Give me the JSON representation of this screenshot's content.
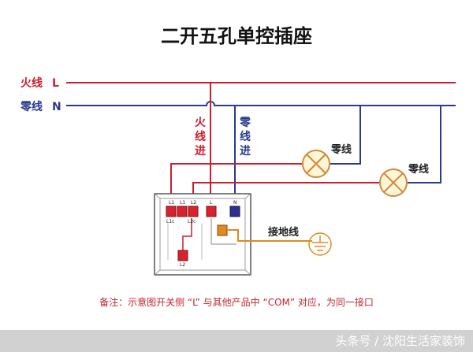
{
  "title": "二开五孔单控插座",
  "live_line": {
    "label_cn": "火线",
    "label_letter": "L",
    "color": "#cc1f2d"
  },
  "neutral_line": {
    "label_cn": "零线",
    "label_letter": "N",
    "color": "#2b3a8f"
  },
  "live_in": [
    "火",
    "线",
    "进"
  ],
  "neutral_in": [
    "零",
    "线",
    "进"
  ],
  "lamp1_label": "零线",
  "lamp2_label": "零线",
  "ground_label": "接地线",
  "terminals": {
    "l1a": "L1",
    "l1b": "L1",
    "l2b": "L2",
    "l2": "L2",
    "l": "L",
    "n": "N",
    "l1c": "L1c",
    "l2c": "L2c"
  },
  "note": "备注：示意图开关侧 “L” 与其他产品中 “COM” 对应，为同一接口",
  "watermark": "头条号 / 沈阳生活家装饰"
}
